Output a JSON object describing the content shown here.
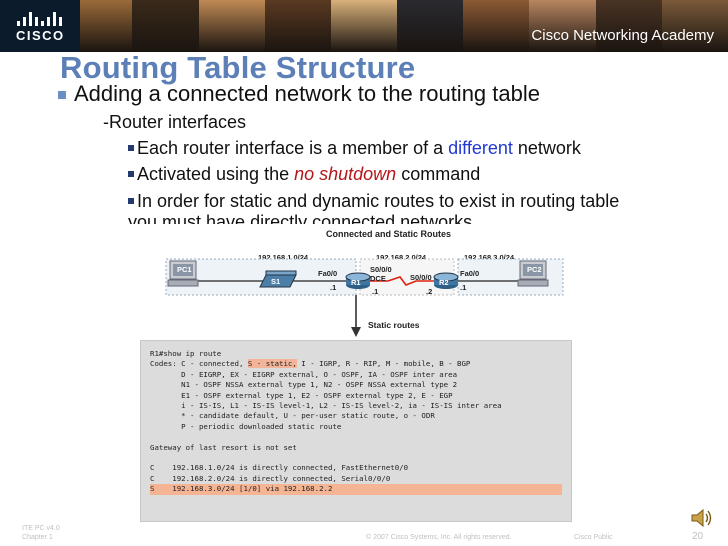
{
  "banner": {
    "logo_text": "CISCO",
    "academy_text": "Cisco Networking Academy",
    "photo_colors": [
      "#6b4a2c",
      "#9a6a3a",
      "#3a2a1a",
      "#c08a54",
      "#5a3a22",
      "#d9b07a",
      "#2a2a30",
      "#8c5a34",
      "#b88660",
      "#4a3424",
      "#7a5a3a"
    ]
  },
  "slide": {
    "title": "Routing Table Structure",
    "bullet1": "Adding a connected network to the routing table",
    "bullet2": "-Router interfaces",
    "bullet3_pre": "Each router interface is a member of a ",
    "bullet3_em": "different",
    "bullet3_post": " network",
    "bullet4_pre": "Activated using the ",
    "bullet4_em": "no shutdown",
    "bullet4_post": " command",
    "bullet5": "In order for static and dynamic routes to exist in routing table you must have directly connected networks"
  },
  "diagram": {
    "title": "Connected and Static Routes",
    "net1": "192.168.1.0/24",
    "net2": "192.168.2.0/24",
    "net3": "192.168.3.0/24",
    "pc1": "PC1",
    "pc2": "PC2",
    "s1": "S1",
    "r1": "R1",
    "r2": "R2",
    "fa00_left": "Fa0/0",
    "s000": "S0/0/0",
    "dce": "DCE",
    "s000_r2": "S0/0/0",
    "fa00_right": "Fa0/0",
    "dot1_a": ".1",
    "dot1_b": ".1",
    "dot2": ".2",
    "dot1_c": ".1",
    "arrow_label": "Static routes"
  },
  "cli": {
    "line1": "R1#show ip route",
    "line2_pre": "Codes: C - connected, ",
    "line2_hl": "S - static,",
    "line2_post": " I - IGRP, R - RIP, M - mobile, B - BGP",
    "line3": "       D - EIGRP, EX - EIGRP external, O - OSPF, IA - OSPF inter area",
    "line4": "       N1 - OSPF NSSA external type 1, N2 - OSPF NSSA external type 2",
    "line5": "       E1 - OSPF external type 1, E2 - OSPF external type 2, E - EGP",
    "line6": "       i - IS-IS, L1 - IS-IS level-1, L2 - IS-IS level-2, ia - IS-IS inter area",
    "line7": "       * - candidate default, U - per-user static route, o - ODR",
    "line8": "       P - periodic downloaded static route",
    "line9": "Gateway of last resort is not set",
    "line10": "C    192.168.1.0/24 is directly connected, FastEthernet0/0",
    "line11": "C    192.168.2.0/24 is directly connected, Serial0/0/0",
    "line12": "S    192.168.3.0/24 [1/0] via 192.168.2.2"
  },
  "footer": {
    "course": "ITE PC v4.0",
    "chapter": "Chapter 1",
    "copyright": "© 2007 Cisco Systems, Inc. All rights reserved.",
    "classification": "Cisco Public",
    "page": "20"
  }
}
